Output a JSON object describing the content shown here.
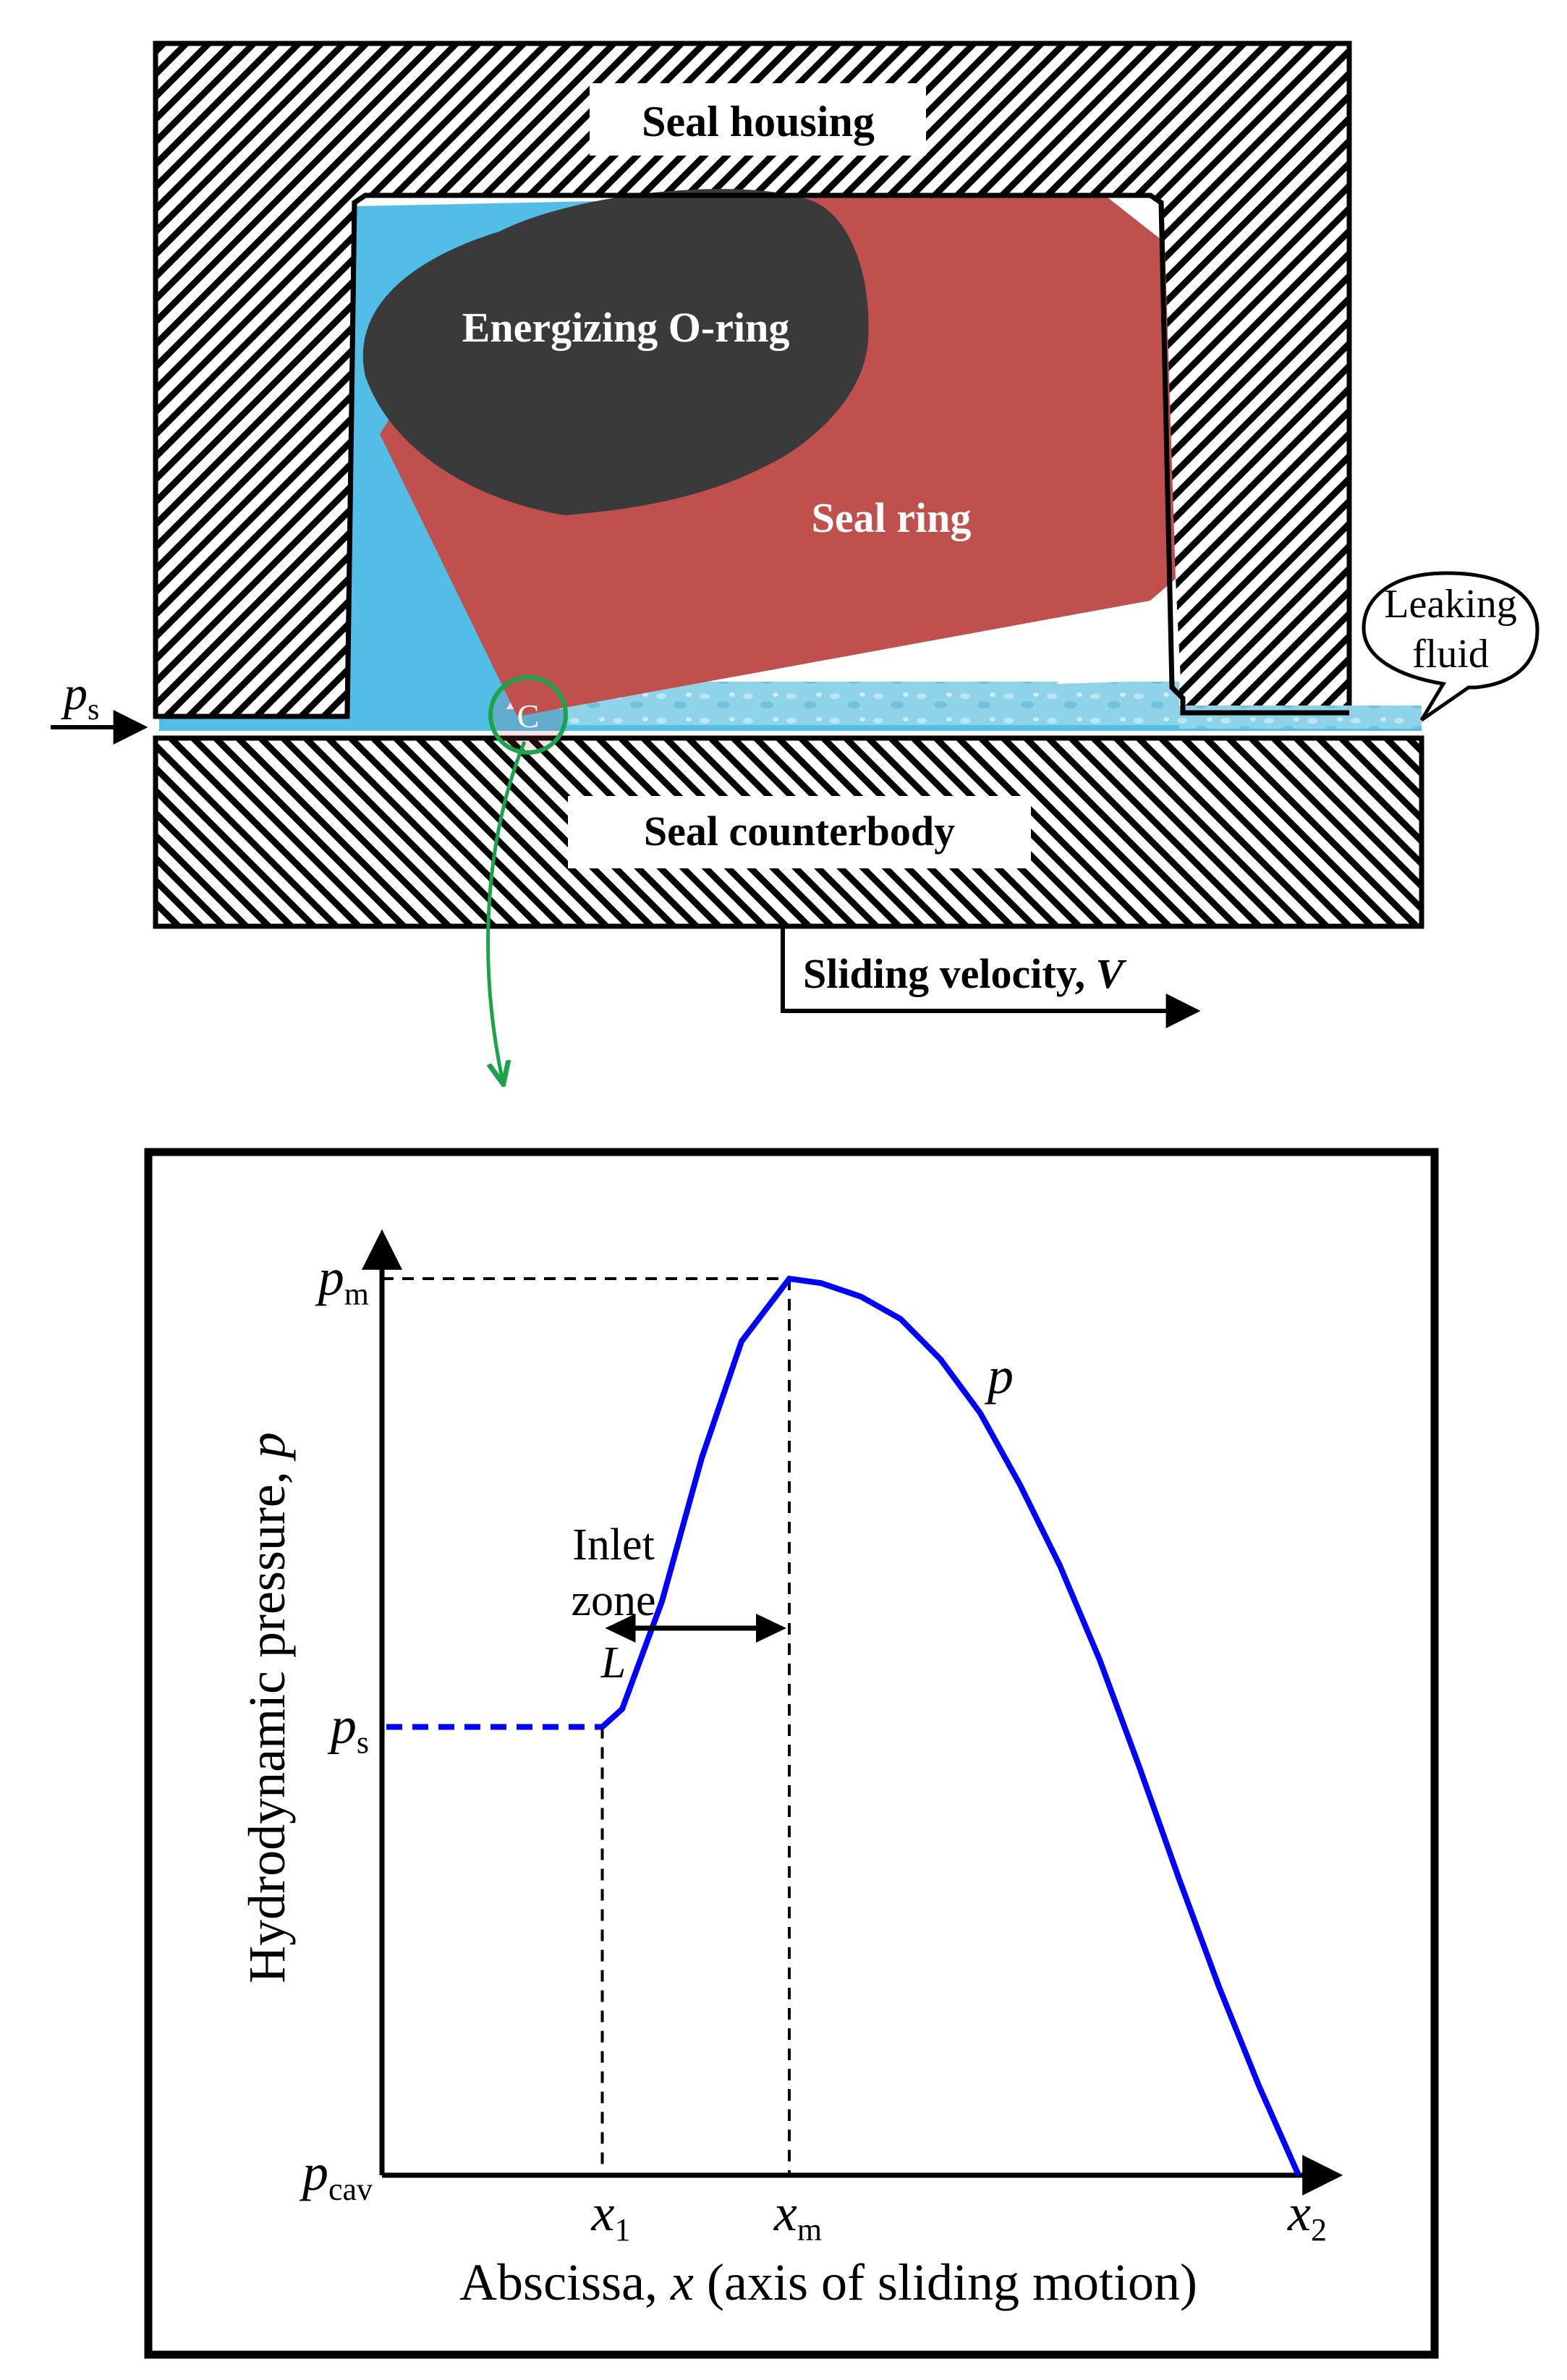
{
  "seal_diagram": {
    "labels": {
      "seal_housing": "Seal housing",
      "energizing_oring": "Energizing O-ring",
      "seal_ring": "Seal ring",
      "seal_counterbody": "Seal counterbody",
      "sliding_velocity": "Sliding velocity, ",
      "sliding_velocity_symbol": "V",
      "leaking_line1": "Leaking",
      "leaking_line2": "fluid",
      "supply_p": "p",
      "supply_sub": "s",
      "contact_marker": "C"
    },
    "colors": {
      "fluid": "#52bde6",
      "seal_ring": "#c0504d",
      "oring": "#3a3a3a",
      "callout": "#1aa34a",
      "outline": "#000000"
    }
  },
  "pressure_chart": {
    "type": "line",
    "ylabel_prefix": "Hydrodynamic pressure, ",
    "ylabel_symbol": "p",
    "xlabel_prefix": "Abscissa, ",
    "xlabel_symbol": "x",
    "xlabel_suffix": " (axis of sliding motion)",
    "curve_label": "p",
    "inlet_line1": "Inlet",
    "inlet_line2": "zone",
    "inlet_symbol": "L",
    "y_ticks": [
      {
        "main": "p",
        "sub": "m"
      },
      {
        "main": "p",
        "sub": "s"
      },
      {
        "main": "p",
        "sub": "cav"
      }
    ],
    "x_ticks": [
      {
        "main": "x",
        "sub": "1"
      },
      {
        "main": "x",
        "sub": "m"
      },
      {
        "main": "x",
        "sub": "2"
      }
    ],
    "curve_color": "#0000ff",
    "chart_data": {
      "type": "line",
      "x_markers": {
        "x1": 0.125,
        "xm": 0.36,
        "x2": 1.0
      },
      "y_markers": {
        "p_cav": 0.0,
        "p_s": 0.5,
        "p_m": 1.0
      },
      "series": [
        {
          "x": [
            0.0,
            0.125,
            0.15,
            0.2,
            0.25,
            0.3,
            0.36,
            0.4,
            0.45,
            0.5,
            0.55,
            0.6,
            0.65,
            0.7,
            0.75,
            0.8,
            0.85,
            0.9,
            0.95,
            1.0
          ],
          "y": [
            0.5,
            0.5,
            0.52,
            0.64,
            0.8,
            0.93,
            1.0,
            0.995,
            0.98,
            0.955,
            0.91,
            0.85,
            0.77,
            0.68,
            0.575,
            0.455,
            0.33,
            0.21,
            0.1,
            0.0
          ]
        }
      ]
    }
  }
}
